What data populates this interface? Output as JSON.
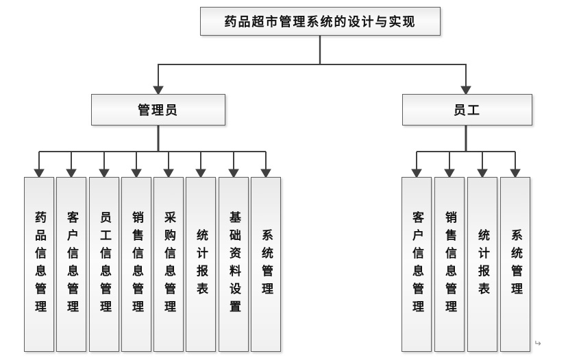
{
  "diagram": {
    "title": "药品超市管理系统的设计与实现",
    "branches": [
      {
        "label": "管理员",
        "children": [
          "药品信息管理",
          "客户信息管理",
          "员工信息管理",
          "销售信息管理",
          "采购信息管理",
          "统计报表",
          "基础资料设置",
          "系统管理"
        ]
      },
      {
        "label": "员工",
        "children": [
          "客户信息管理",
          "销售信息管理",
          "统计报表",
          "系统管理"
        ]
      }
    ],
    "paragraph_mark": "↵"
  },
  "colors": {
    "line": "#404040",
    "box_border": "#5f5f5f",
    "box_fill_top": "#e9e9e9",
    "box_fill_mid": "#fbfbfb",
    "box_fill_bottom": "#f0f0f0",
    "text": "#111111",
    "background": "#ffffff"
  }
}
